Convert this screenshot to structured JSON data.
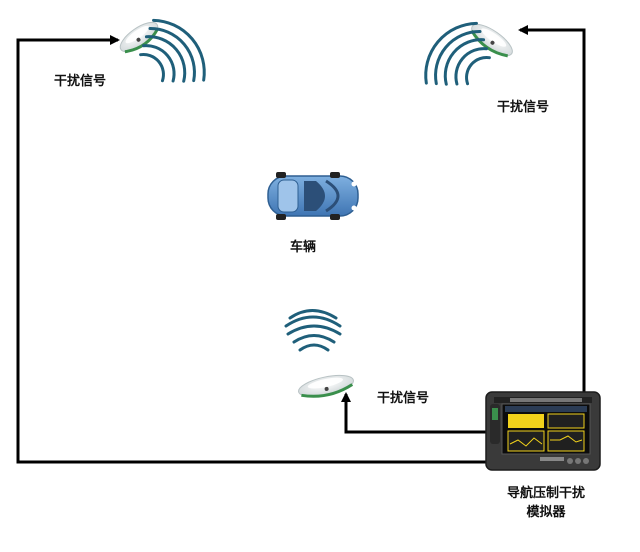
{
  "labels": {
    "jammer_top_left": "干扰信号",
    "jammer_top_right": "干扰信号",
    "jammer_bottom": "干扰信号",
    "vehicle": "车辆",
    "simulator_line1": "导航压制干扰",
    "simulator_line2": "模拟器"
  },
  "colors": {
    "line": "#000000",
    "wave": "#1f5f7a",
    "car_body": "#5b8fc7",
    "antenna_green": "#3a8f4c",
    "screen_yellow": "#f2d21b"
  },
  "icons": {
    "antenna": "gnss-antenna-icon",
    "waves": "signal-waves-icon",
    "car": "car-icon",
    "device": "simulator-device-icon"
  }
}
